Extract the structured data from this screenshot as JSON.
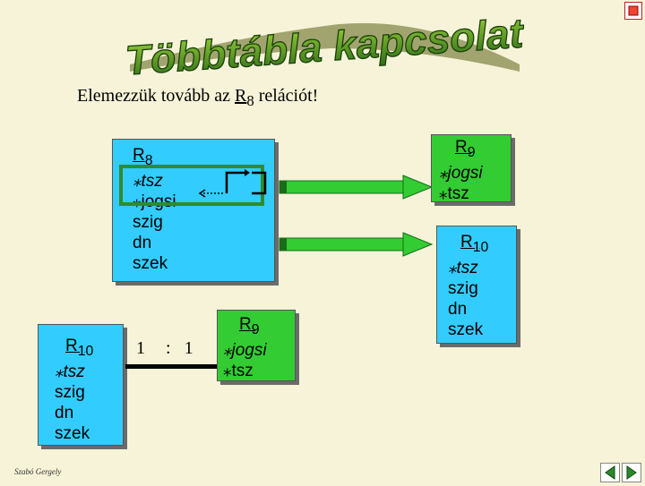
{
  "title": "Többtábla kapcsolat",
  "subtitle": {
    "prefix": "Elemezzük tovább az ",
    "rname": "R",
    "rsub": "8",
    "suffix": " relációt!"
  },
  "card_r8": {
    "name": "R",
    "sub": "8",
    "fields": [
      "tsz",
      "jogsi",
      "szig",
      "dn",
      "szek"
    ]
  },
  "card_r9_top": {
    "name": "R",
    "sub": "9",
    "fields": [
      "jogsi",
      "tsz"
    ]
  },
  "card_r10_right": {
    "name": "R",
    "sub": "10",
    "fields": [
      "tsz",
      "szig",
      "dn",
      "szek"
    ]
  },
  "card_r10_bottom": {
    "name": "R",
    "sub": "10",
    "fields": [
      "tsz",
      "szig",
      "dn",
      "szek"
    ]
  },
  "card_r9_bottom": {
    "name": "R",
    "sub": "9",
    "fields": [
      "jogsi",
      "tsz"
    ]
  },
  "relationship": {
    "left": "1",
    "sep": ":",
    "right": "1"
  },
  "footer": "Szabó Gergely",
  "colors": {
    "cyan": "#33ccff",
    "green": "#33cc33",
    "arrow": "#33cc33",
    "highlight": "#2e8b2e"
  }
}
